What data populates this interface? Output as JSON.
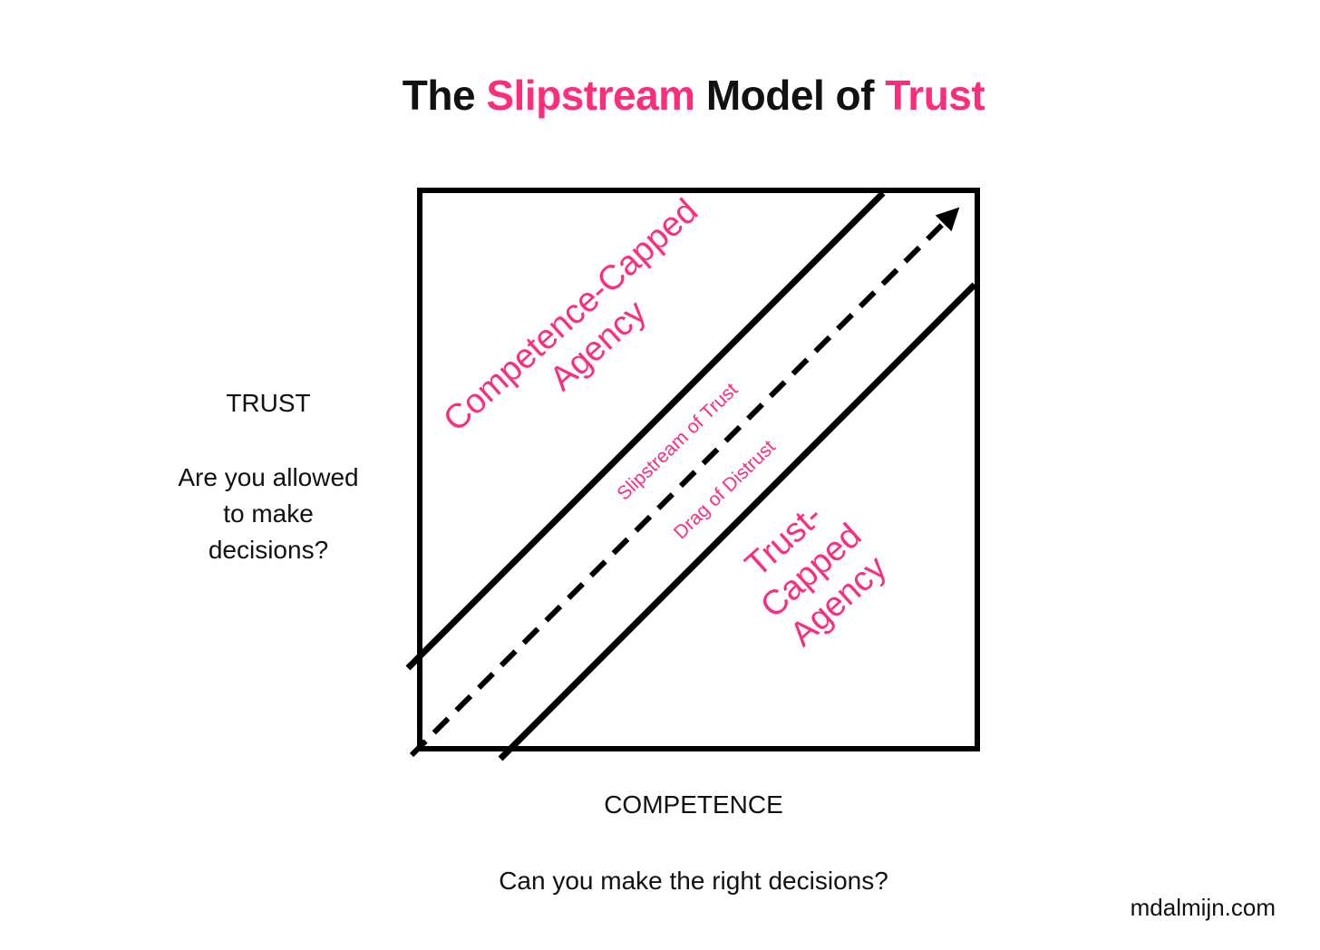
{
  "title": {
    "t1": "The ",
    "t2": "Slipstream",
    "t3": " Model of ",
    "t4": "Trust"
  },
  "matrix": {
    "top_quadrant_label": "Competence-Capped\nAgency",
    "bottom_quadrant_label": "Trust-Capped\nAgency",
    "slipstream_label": "Slipstream of Trust",
    "drag_label": "Drag of Distrust"
  },
  "y_axis": {
    "name": "TRUST",
    "question": "Are you allowed\nto make\ndecisions?"
  },
  "x_axis": {
    "name": "COMPETENCE",
    "question": "Can you make the right decisions?"
  },
  "footer": {
    "site": "mdalmijn.com"
  },
  "colors": {
    "accent_pink": "#FB2D7C",
    "ink": "#111111"
  }
}
